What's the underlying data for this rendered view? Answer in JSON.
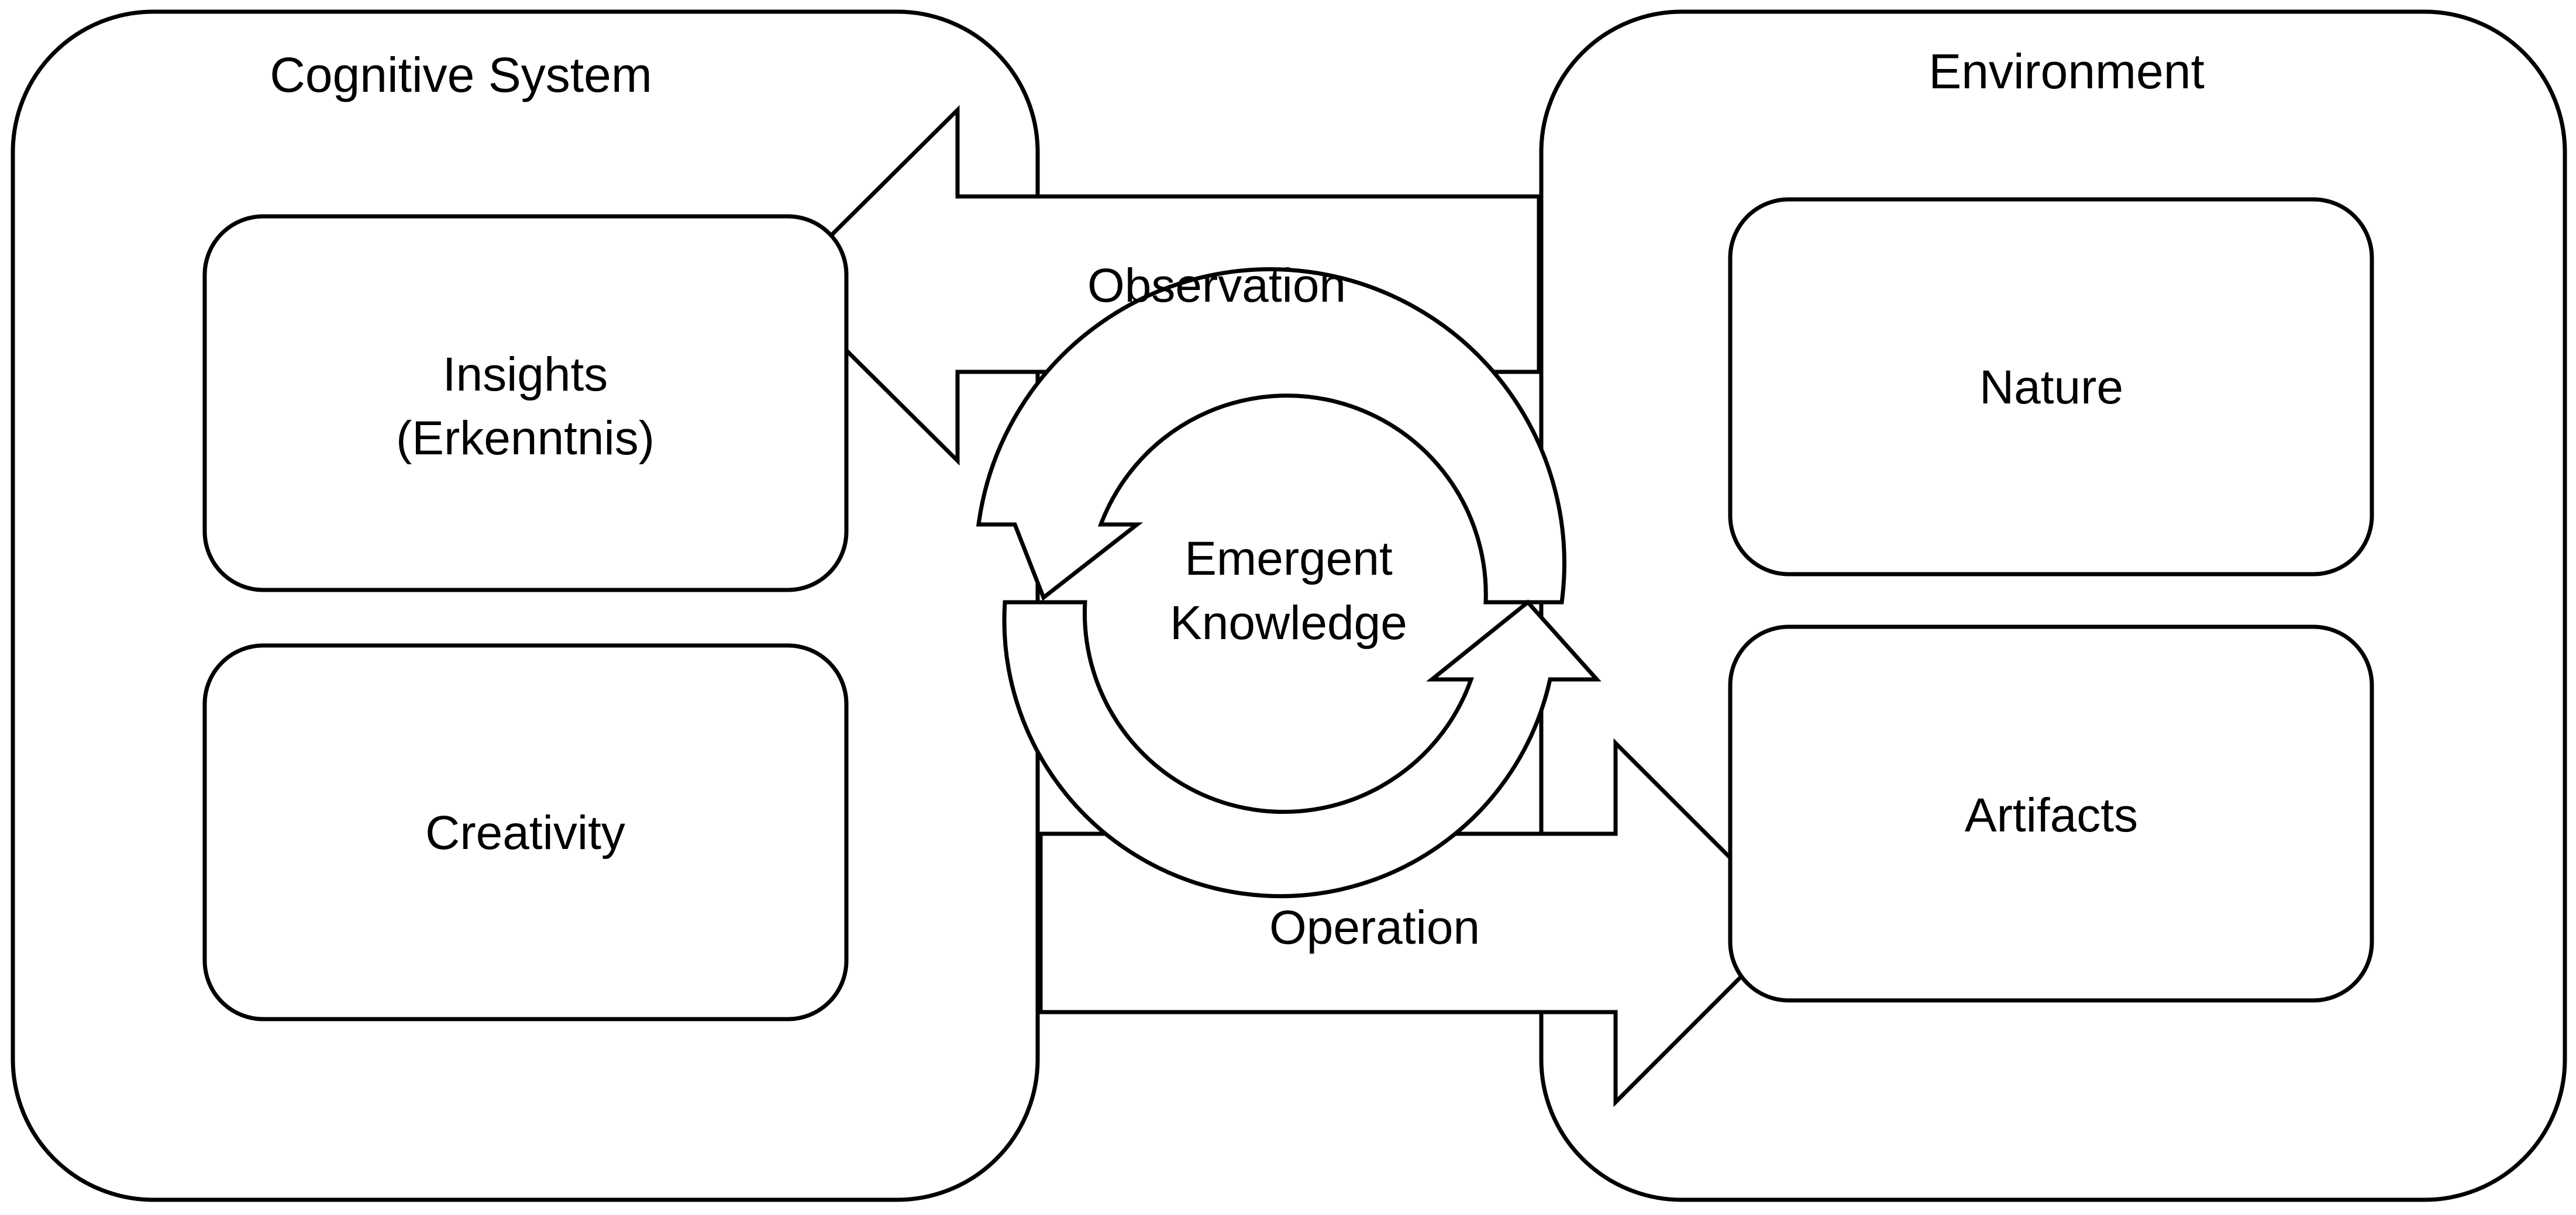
{
  "diagram": {
    "colors": {
      "stroke": "#000000",
      "fill": "#ffffff"
    },
    "cognitive_system": {
      "title": "Cognitive System",
      "insights": {
        "line1": "Insights",
        "line2": "(Erkenntnis)"
      },
      "creativity": "Creativity"
    },
    "environment": {
      "title": "Environment",
      "nature": "Nature",
      "artifacts": "Artifacts"
    },
    "observation": "Observation",
    "operation": "Operation",
    "emergent": {
      "line1": "Emergent",
      "line2": "Knowledge"
    }
  }
}
